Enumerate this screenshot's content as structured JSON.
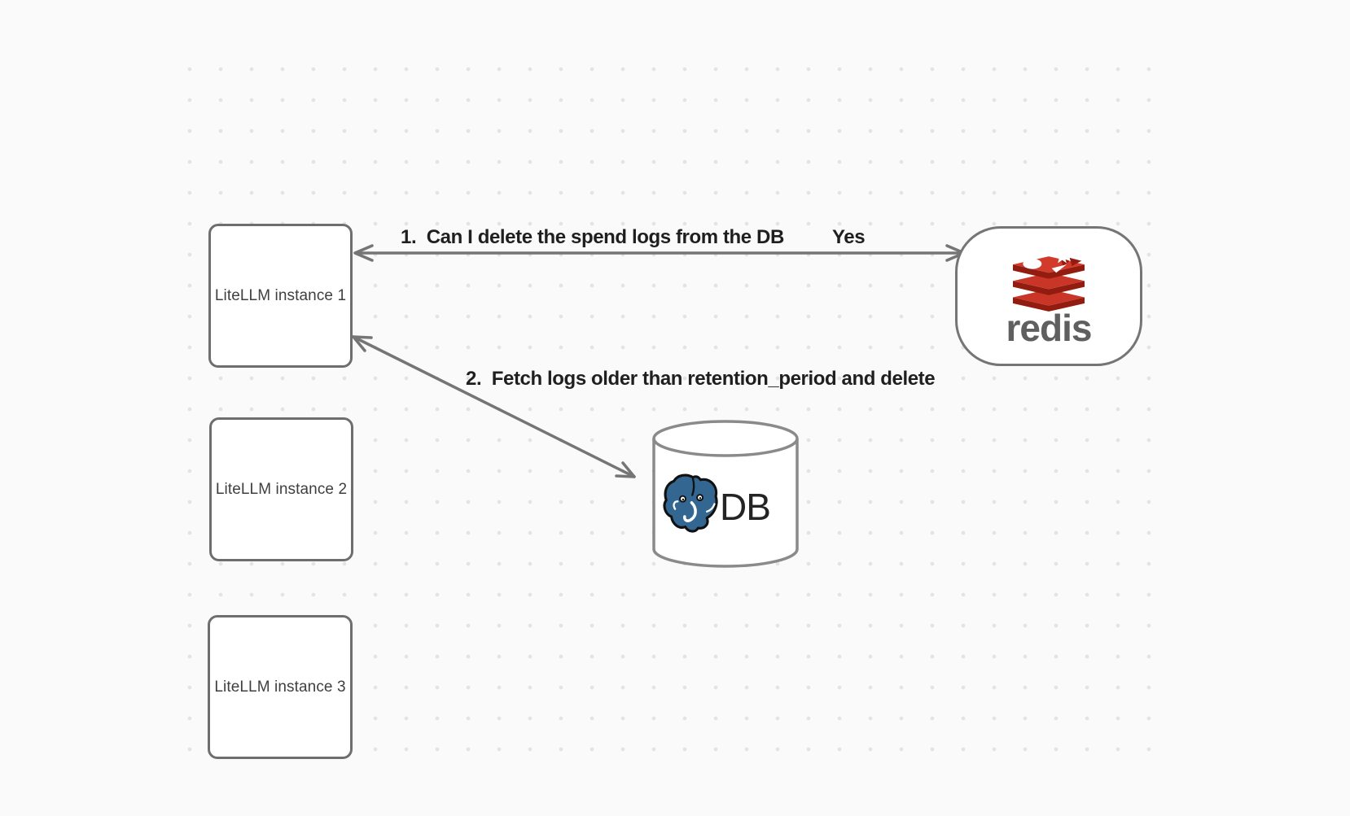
{
  "diagram": {
    "nodes": {
      "litellm_instances": [
        {
          "label": "LiteLLM instance 1"
        },
        {
          "label": "LiteLLM instance 2"
        },
        {
          "label": "LiteLLM instance 3"
        }
      ],
      "redis": {
        "wordmark": "redis",
        "icon": "redis-stack-logo-icon"
      },
      "database": {
        "label": "DB",
        "icon": "postgresql-elephant-icon",
        "shape": "cylinder"
      }
    },
    "edges": [
      {
        "from": "LiteLLM instance 1",
        "to": "redis",
        "label": "1.  Can I delete the spend logs from the DB",
        "response": "Yes",
        "direction": "bidirectional"
      },
      {
        "from": "LiteLLM instance 1",
        "to": "DB",
        "label": "2.  Fetch logs older than retention_period and delete",
        "direction": "bidirectional"
      }
    ],
    "colors": {
      "background": "#fafafa",
      "grid_dot": "#e3e3e3",
      "node_border": "#6e6e6e",
      "arrow": "#757575",
      "label_text": "#1f1f1f",
      "node_text": "#3f3f3f",
      "redis_red": "#c93527",
      "redis_dark_red": "#911c0f",
      "redis_wordmark": "#5f5f5f",
      "postgres_blue": "#336791"
    }
  }
}
